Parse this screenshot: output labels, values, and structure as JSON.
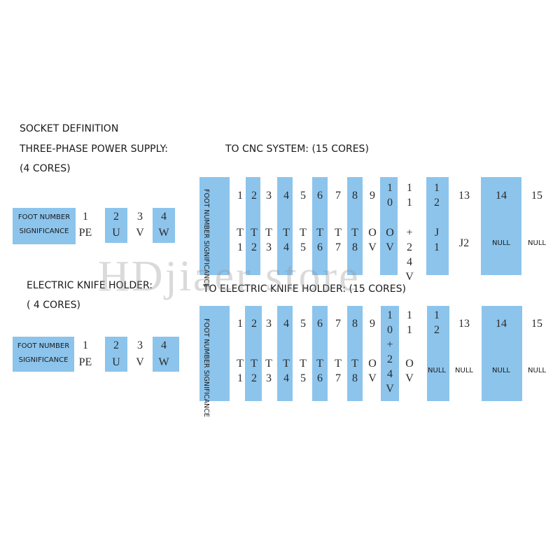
{
  "headings": {
    "socket_definition": "SOCKET DEFINITION",
    "power_supply": "THREE-PHASE POWER SUPPLY:",
    "power_supply_cores": "(4 CORES)",
    "cnc_system": "TO CNC SYSTEM: (15 CORES)",
    "knife_holder": "ELECTRIC KNIFE HOLDER:",
    "knife_holder_cores": "( 4 CORES)",
    "to_knife_holder": "TO ELECTRIC KNIFE HOLDER: (15 CORES)"
  },
  "labels": {
    "foot_number": "FOOT NUMBER",
    "significance": "SIGNIFICANCE",
    "foot_number_significance": "FOOT NUMBER SIGNIFICANCE"
  },
  "power_supply_pins": [
    {
      "num": "1",
      "sig": "PE"
    },
    {
      "num": "2",
      "sig": "U"
    },
    {
      "num": "3",
      "sig": "V"
    },
    {
      "num": "4",
      "sig": "W"
    }
  ],
  "knife_holder_pins": [
    {
      "num": "1",
      "sig": "PE"
    },
    {
      "num": "2",
      "sig": "U"
    },
    {
      "num": "3",
      "sig": "V"
    },
    {
      "num": "4",
      "sig": "W"
    }
  ],
  "cnc_pins": [
    {
      "num": "1",
      "sig": "T\n1"
    },
    {
      "num": "2",
      "sig": "T\n2"
    },
    {
      "num": "3",
      "sig": "T\n3"
    },
    {
      "num": "4",
      "sig": "T\n4"
    },
    {
      "num": "5",
      "sig": "T\n5"
    },
    {
      "num": "6",
      "sig": "T\n6"
    },
    {
      "num": "7",
      "sig": "T\n7"
    },
    {
      "num": "8",
      "sig": "T\n8"
    },
    {
      "num": "9",
      "sig": "O\nV"
    },
    {
      "num": "1\n0",
      "sig": "O\nV"
    },
    {
      "num": "1\n1",
      "sig": "+\n2\n4\nV"
    },
    {
      "num": "1\n2",
      "sig": "J\n1"
    },
    {
      "num": "13",
      "sig": "J2"
    },
    {
      "num": "14",
      "sig": "NULL"
    },
    {
      "num": "15",
      "sig": "NULL"
    }
  ],
  "knife_pins": [
    {
      "num": "1",
      "sig": "T\n1"
    },
    {
      "num": "2",
      "sig": "T\n2"
    },
    {
      "num": "3",
      "sig": "T\n3"
    },
    {
      "num": "4",
      "sig": "T\n4"
    },
    {
      "num": "5",
      "sig": "T\n5"
    },
    {
      "num": "6",
      "sig": "T\n6"
    },
    {
      "num": "7",
      "sig": "T\n7"
    },
    {
      "num": "8",
      "sig": "T\n8"
    },
    {
      "num": "9",
      "sig": "O\nV"
    },
    {
      "num": "1\n0\n+\n2\n4\nV",
      "sig": ""
    },
    {
      "num": "1\n1",
      "sig": "O\nV"
    },
    {
      "num": "1\n2",
      "sig": "NULL"
    },
    {
      "num": "13",
      "sig": "NULL"
    },
    {
      "num": "14",
      "sig": "NULL"
    },
    {
      "num": "15",
      "sig": "NULL"
    }
  ],
  "watermark": "HDjiaer store",
  "colors": {
    "accent": "#8cc4ec"
  }
}
